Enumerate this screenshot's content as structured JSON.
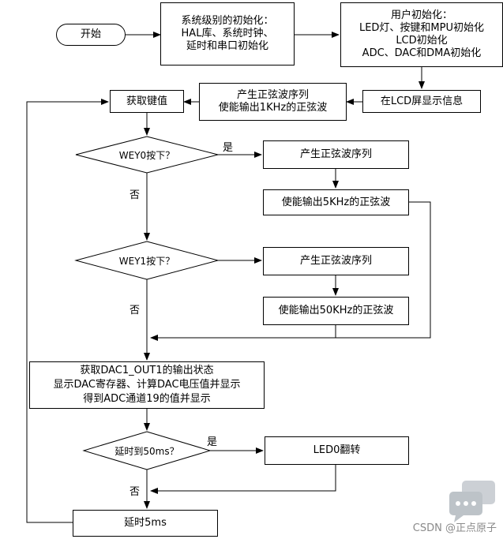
{
  "nodes": {
    "start": "开始",
    "system_init": "系统级别的初始化：\nHAL库、系统时钟、\n延时和串口初始化",
    "user_init": "用户初始化：\nLED灯、按键和MPU初始化\nLCD初始化\nADC、DAC和DMA初始化",
    "lcd_display": "在LCD屏显示信息",
    "sine_1khz": "产生正弦波序列\n使能输出1KHz的正弦波",
    "get_key": "获取键值",
    "key0_question": "WEY0按下？",
    "sine_seq_1": "产生正弦波序列",
    "sine_5khz": "使能输出5KHz的正弦波",
    "key1_question": "WEY1按下？",
    "sine_seq_2": "产生正弦波序列",
    "sine_50khz": "使能输出50KHz的正弦波",
    "dac_status": "获取DAC1_OUT1的输出状态\n显示DAC寄存器、计算DAC电压值并显示\n得到ADC通道19的值并显示",
    "delay_question": "延时到50ms？",
    "led_toggle": "LED0翻转",
    "delay_5ms": "延时5ms"
  },
  "edge_labels": {
    "key0_yes": "是",
    "key0_no": "否",
    "key1_no": "否",
    "delay_yes": "是",
    "delay_no": "否"
  },
  "watermark": {
    "text": "CSDN @正点原子"
  },
  "colors": {
    "line": "#000000",
    "watermark": "#8a8a8a"
  }
}
